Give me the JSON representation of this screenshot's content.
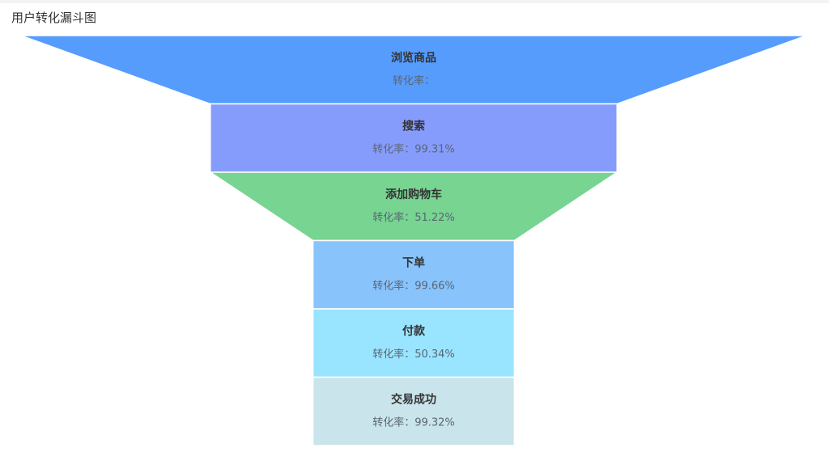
{
  "chart_data": {
    "type": "funnel",
    "title": "用户转化漏斗图",
    "rate_prefix": "转化率：",
    "stages": [
      {
        "name": "浏览商品",
        "rate": "",
        "width_fraction": 0.975,
        "color": "#559cfd"
      },
      {
        "name": "搜索",
        "rate": "99.31%",
        "width_fraction": 0.505,
        "color": "#869cfd"
      },
      {
        "name": "添加购物车",
        "rate": "51.22%",
        "width_fraction": 0.505,
        "color": "#77d491"
      },
      {
        "name": "下单",
        "rate": "99.66%",
        "width_fraction": 0.25,
        "color": "#88c3fc"
      },
      {
        "name": "付款",
        "rate": "50.34%",
        "width_fraction": 0.25,
        "color": "#99e5ff"
      },
      {
        "name": "交易成功",
        "rate": "99.32%",
        "width_fraction": 0.25,
        "color": "#c9e4ea"
      }
    ]
  }
}
